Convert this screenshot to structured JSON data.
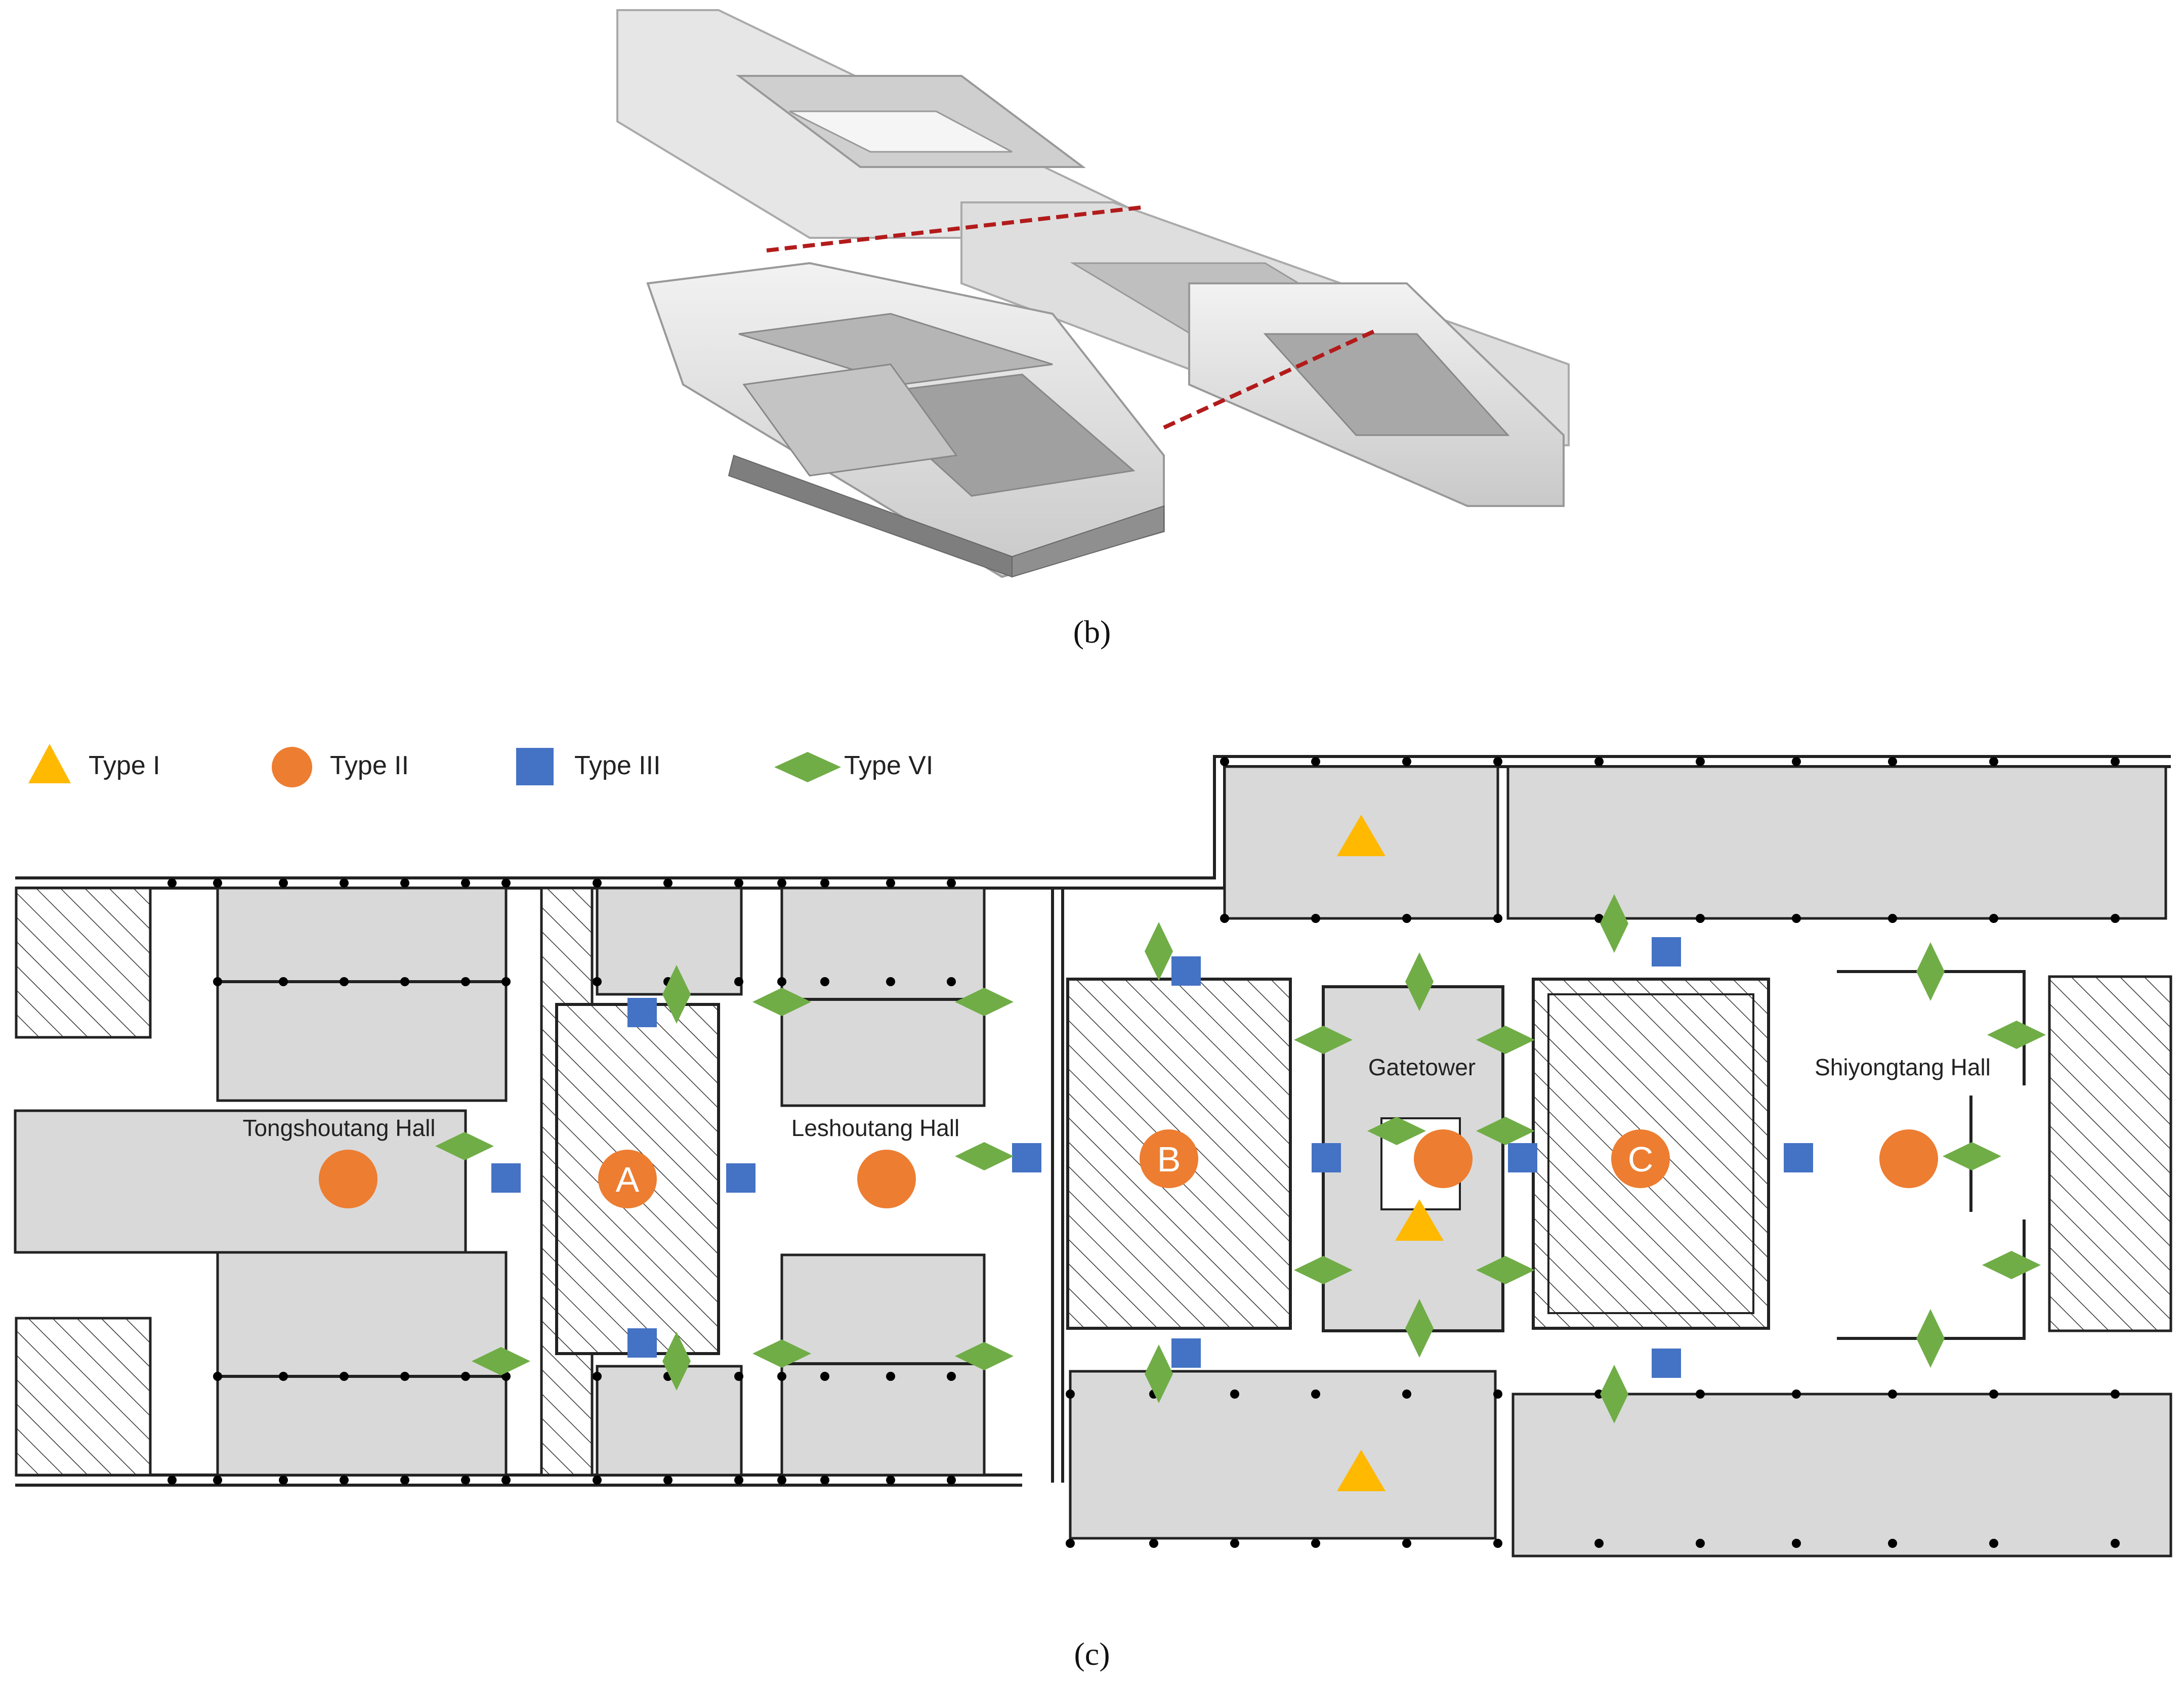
{
  "figure": {
    "caption_b": "(b)",
    "caption_c": "(c)"
  },
  "colors": {
    "type1": "#FFB900",
    "type2": "#ED7D31",
    "type3": "#4472C4",
    "type4": "#70AD47",
    "room_fill": "#D9D9D9",
    "section_line": "#B31B1B"
  },
  "legend": [
    {
      "symbol": "triangle",
      "label": "Type I"
    },
    {
      "symbol": "circle",
      "label": "Type II"
    },
    {
      "symbol": "square",
      "label": "Type III"
    },
    {
      "symbol": "diamond",
      "label": "Type VI"
    }
  ],
  "halls": {
    "tongshoutang": "Tongshoutang Hall",
    "leshoutang": "Leshoutang Hall",
    "gatetower": "Gatetower",
    "shiyongtang": "Shiyongtang Hall"
  },
  "courtyards": {
    "a": "A",
    "b": "B",
    "c": "C"
  }
}
